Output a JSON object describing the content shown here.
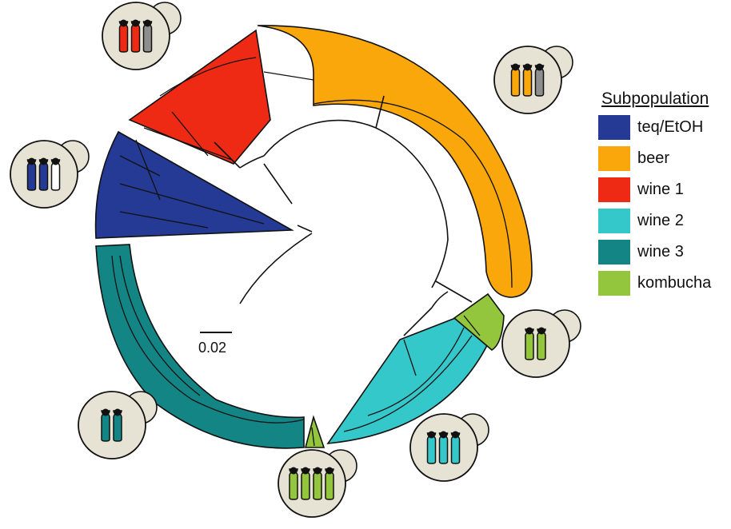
{
  "legend": {
    "title": "Subpopulation",
    "items": [
      {
        "label": "teq/EtOH",
        "color": "#243a94"
      },
      {
        "label": "beer",
        "color": "#f9a70a"
      },
      {
        "label": "wine 1",
        "color": "#ef2a14"
      },
      {
        "label": "wine 2",
        "color": "#35c8cb"
      },
      {
        "label": "wine 3",
        "color": "#148585"
      },
      {
        "label": "kombucha",
        "color": "#93c63c"
      }
    ]
  },
  "scale_bar": {
    "label": "0.02"
  },
  "colors": {
    "teq_etoh": "#243a94",
    "beer": "#f9a70a",
    "wine1": "#ef2a14",
    "wine2": "#35c8cb",
    "wine3": "#148585",
    "kombucha": "#93c63c",
    "cell_fill": "#e6e3d4",
    "gray_chromosome": "#8e8e8e",
    "outline": "#111111"
  },
  "cells": [
    {
      "name": "wine1-cell-icon",
      "chromosomes": [
        "wine1",
        "wine1",
        "gray"
      ]
    },
    {
      "name": "beer-cell-icon",
      "chromosomes": [
        "beer",
        "beer",
        "gray"
      ]
    },
    {
      "name": "teq-etoh-cell-icon",
      "chromosomes": [
        "teq_etoh",
        "teq_etoh",
        "white"
      ]
    },
    {
      "name": "kombucha-cell-icon-right",
      "chromosomes": [
        "kombucha",
        "kombucha"
      ]
    },
    {
      "name": "wine2-cell-icon",
      "chromosomes": [
        "wine2",
        "wine2",
        "wine2"
      ]
    },
    {
      "name": "kombucha-cell-icon-bottom",
      "chromosomes": [
        "kombucha",
        "kombucha",
        "kombucha",
        "kombucha"
      ]
    },
    {
      "name": "wine3-cell-icon",
      "chromosomes": [
        "wine3",
        "wine3"
      ]
    }
  ]
}
